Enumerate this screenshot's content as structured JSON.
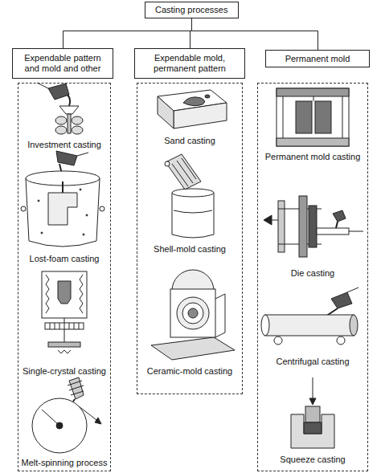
{
  "diagram": {
    "nodes": [
      {
        "text": [
          "Casting processes"
        ]
      },
      {
        "text": [
          "Expendable pattern and mold and other"
        ]
      },
      {
        "text": [
          "Expendable mold, permanent pattern"
        ]
      },
      {
        "text": [
          "Permanent mold"
        ]
      },
      {
        "text": [
          "Investment casting",
          "Lost-foam casting",
          "Single-crystal casting",
          "Melt-spinning process"
        ]
      },
      {
        "text": [
          "Sand casting",
          "Shell-mold casting",
          "Ceramic-mold casting"
        ]
      },
      {
        "text": [
          "Permanent mold casting",
          "Die casting",
          "Centrifugal casting",
          "Squeeze casting"
        ]
      }
    ],
    "edges": [
      {
        "from": 0,
        "to": 1,
        "arrow": "none"
      },
      {
        "from": 0,
        "to": 2,
        "arrow": "none"
      },
      {
        "from": 0,
        "to": 3,
        "arrow": "none"
      }
    ]
  }
}
